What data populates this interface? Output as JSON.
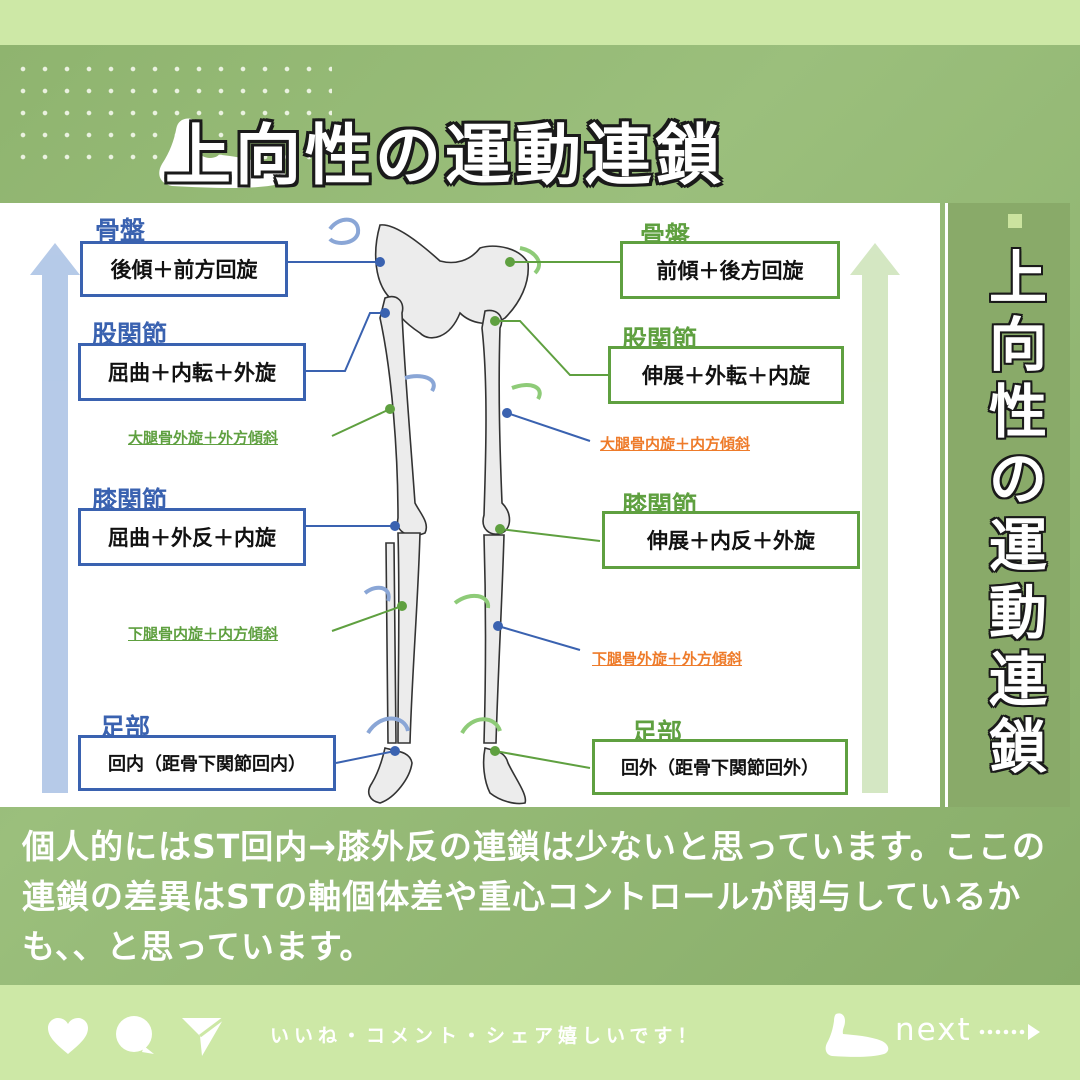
{
  "title": "上向性の運動連鎖",
  "side_title_chars": [
    "上",
    "向",
    "性",
    "の",
    "運",
    "動",
    "連",
    "鎖"
  ],
  "left_chain": {
    "pelvis": {
      "label": "骨盤",
      "motion": "後傾＋前方回旋"
    },
    "hip": {
      "label": "股関節",
      "motion": "屈曲＋内転＋外旋"
    },
    "femur": "大腿骨外旋＋外方傾斜",
    "knee": {
      "label": "膝関節",
      "motion": "屈曲＋外反＋内旋"
    },
    "tibia": "下腿骨内旋＋内方傾斜",
    "foot": {
      "label": "足部",
      "motion": "回内（距骨下関節回内）"
    }
  },
  "right_chain": {
    "pelvis": {
      "label": "骨盤",
      "motion": "前傾＋後方回旋"
    },
    "hip": {
      "label": "股関節",
      "motion": "伸展＋外転＋内旋"
    },
    "femur": "大腿骨内旋＋内方傾斜",
    "knee": {
      "label": "膝関節",
      "motion": "伸展＋内反＋外旋"
    },
    "tibia": "下腿骨外旋＋外方傾斜",
    "foot": {
      "label": "足部",
      "motion": "回外（距骨下関節回外）"
    }
  },
  "comment": "個人的にはST回内→膝外反の連鎖は少ないと思っています。ここの連鎖の差異はSTの軸個体差や重心コントロールが関与しているかも、、と思っています。",
  "footer": {
    "cta": "いいね・コメント・シェア嬉しいです！",
    "next": "next"
  },
  "colors": {
    "blue": "#3a62b0",
    "green": "#5fa040",
    "orange": "#ee7b2a",
    "board": "#8fb46f",
    "strip": "#cde8a6"
  },
  "icons": [
    "foot-logo-icon",
    "heart-icon",
    "comment-icon",
    "share-icon",
    "next-arrow-icon"
  ]
}
